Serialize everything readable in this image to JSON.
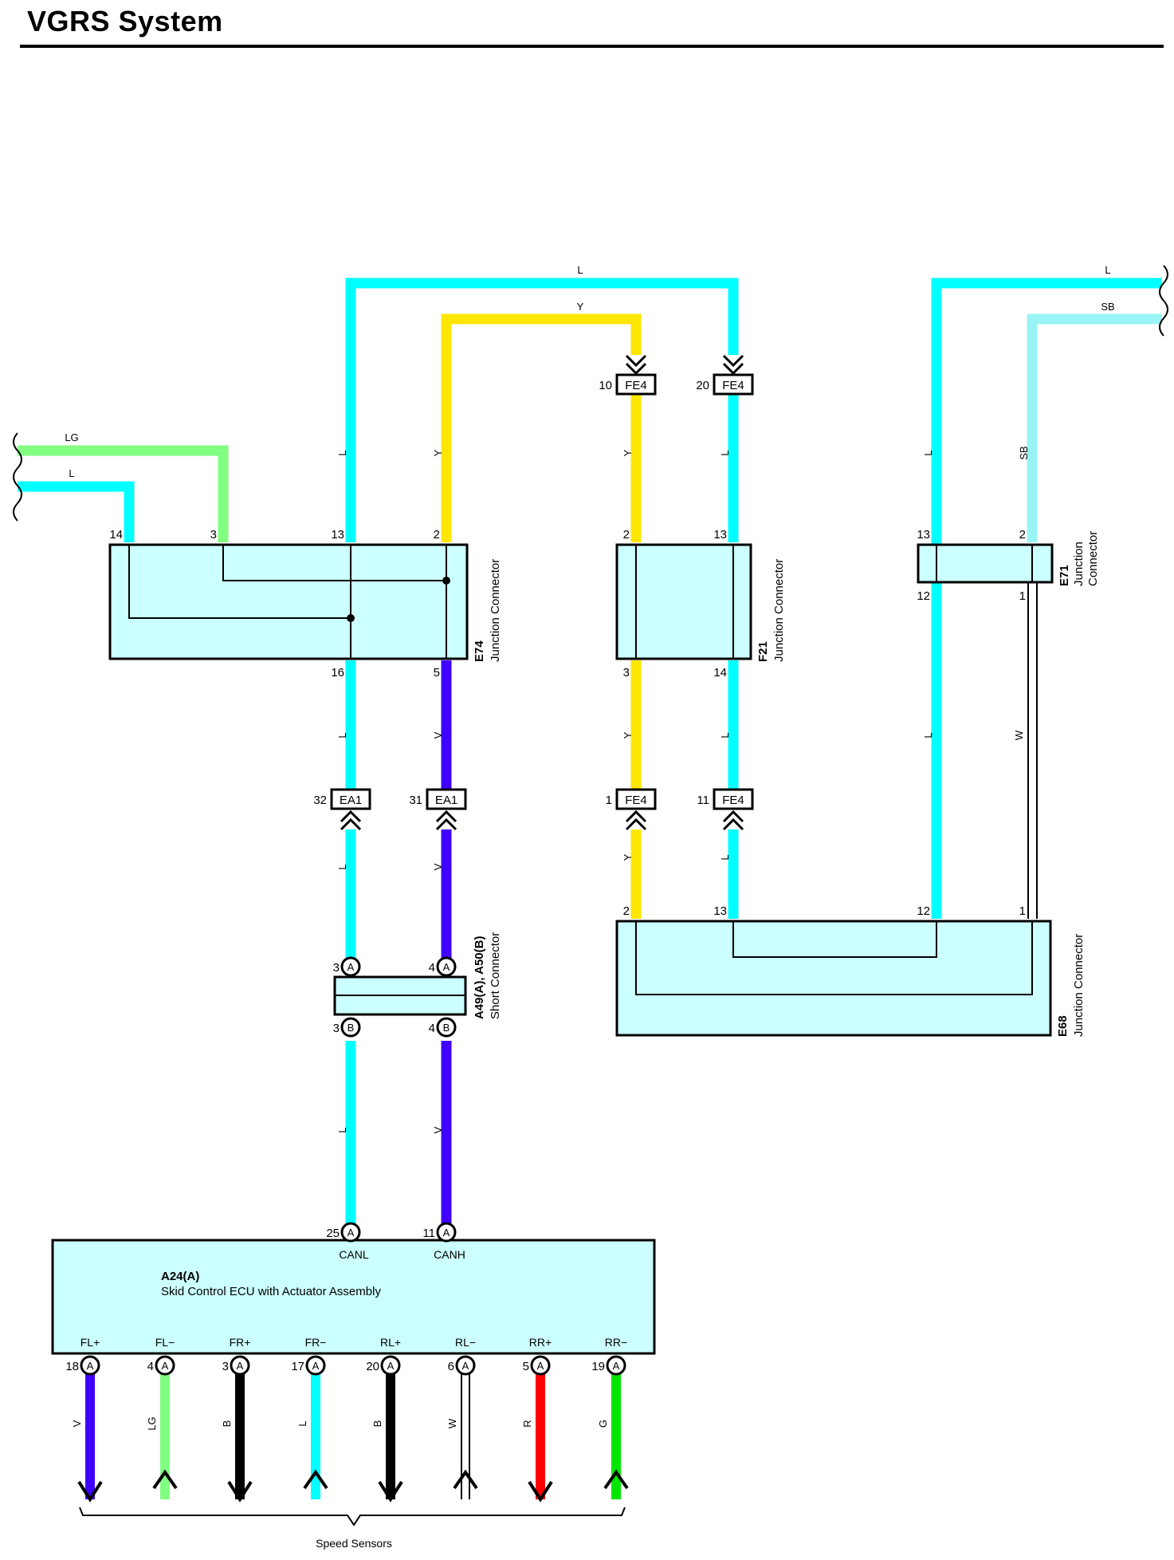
{
  "title": "VGRS System",
  "colors": {
    "L": "#00ffff",
    "Y": "#ffe600",
    "LG": "#80ff80",
    "SB": "#99f5f5",
    "V": "#4000ff",
    "B": "#000000",
    "R": "#ff0000",
    "G": "#00e600",
    "W": "#ffffff",
    "fill": "#ccffff"
  },
  "wire_labels": {
    "top_l": "L",
    "top_y": "Y",
    "left_lg": "LG",
    "left_l": "L",
    "right_l": "L",
    "right_sb": "SB",
    "v_l_13": "L",
    "v_y_2": "Y",
    "v_y_fe4": "Y",
    "v_l_fe4": "L",
    "v_l_e71": "L",
    "v_sb_e71": "SB",
    "v_l_16": "L",
    "v_v_5": "V",
    "v_y_3": "Y",
    "v_l_14": "L",
    "v_l_12": "L",
    "v_w_1": "W",
    "v_l_ea1": "L",
    "v_v_ea1": "V",
    "v_y_fe4b": "Y",
    "v_l_fe4b": "L",
    "v_l_a24": "L",
    "v_v_a24": "V"
  },
  "connectors": {
    "fe4_a": {
      "name": "FE4",
      "pin": "10"
    },
    "fe4_b": {
      "name": "FE4",
      "pin": "20"
    },
    "ea1_a": {
      "name": "EA1",
      "pin": "32"
    },
    "ea1_b": {
      "name": "EA1",
      "pin": "31"
    },
    "fe4_c": {
      "name": "FE4",
      "pin": "1"
    },
    "fe4_d": {
      "name": "FE4",
      "pin": "11"
    }
  },
  "e74": {
    "id": "E74",
    "desc": "Junction Connector",
    "pins_top": [
      "14",
      "3",
      "13",
      "2"
    ],
    "pins_bottom": [
      "16",
      "5"
    ]
  },
  "f21": {
    "id": "F21",
    "desc": "Junction Connector",
    "pins_top": [
      "2",
      "13"
    ],
    "pins_bottom": [
      "3",
      "14"
    ]
  },
  "e71": {
    "id": "E71",
    "desc_line1": "Junction",
    "desc_line2": "Connector",
    "pins_top": [
      "13",
      "2"
    ],
    "pins_bottom": [
      "12",
      "1"
    ]
  },
  "e68": {
    "id": "E68",
    "desc": "Junction Connector",
    "pins_top": [
      "2",
      "13",
      "12",
      "1"
    ]
  },
  "short_conn": {
    "id": "A49(A), A50(B)",
    "desc": "Short Connector",
    "pin_top_left": "3",
    "pin_top_right": "4",
    "pin_bot_left": "3",
    "pin_bot_right": "4",
    "letter_top": "A",
    "letter_bot": "B"
  },
  "ecu": {
    "id": "A24(A)",
    "desc": "Skid Control ECU with Actuator Assembly",
    "top_pins": [
      {
        "pin": "25",
        "letter": "A",
        "label": "CANL"
      },
      {
        "pin": "11",
        "letter": "A",
        "label": "CANH"
      }
    ],
    "bottom_pins": [
      {
        "label": "FL+",
        "pin": "18",
        "letter": "A",
        "wire": "V"
      },
      {
        "label": "FL−",
        "pin": "4",
        "letter": "A",
        "wire": "LG"
      },
      {
        "label": "FR+",
        "pin": "3",
        "letter": "A",
        "wire": "B"
      },
      {
        "label": "FR−",
        "pin": "17",
        "letter": "A",
        "wire": "L"
      },
      {
        "label": "RL+",
        "pin": "20",
        "letter": "A",
        "wire": "B"
      },
      {
        "label": "RL−",
        "pin": "6",
        "letter": "A",
        "wire": "W"
      },
      {
        "label": "RR+",
        "pin": "5",
        "letter": "A",
        "wire": "R"
      },
      {
        "label": "RR−",
        "pin": "19",
        "letter": "A",
        "wire": "G"
      }
    ]
  },
  "speed_sensors": "Speed Sensors"
}
